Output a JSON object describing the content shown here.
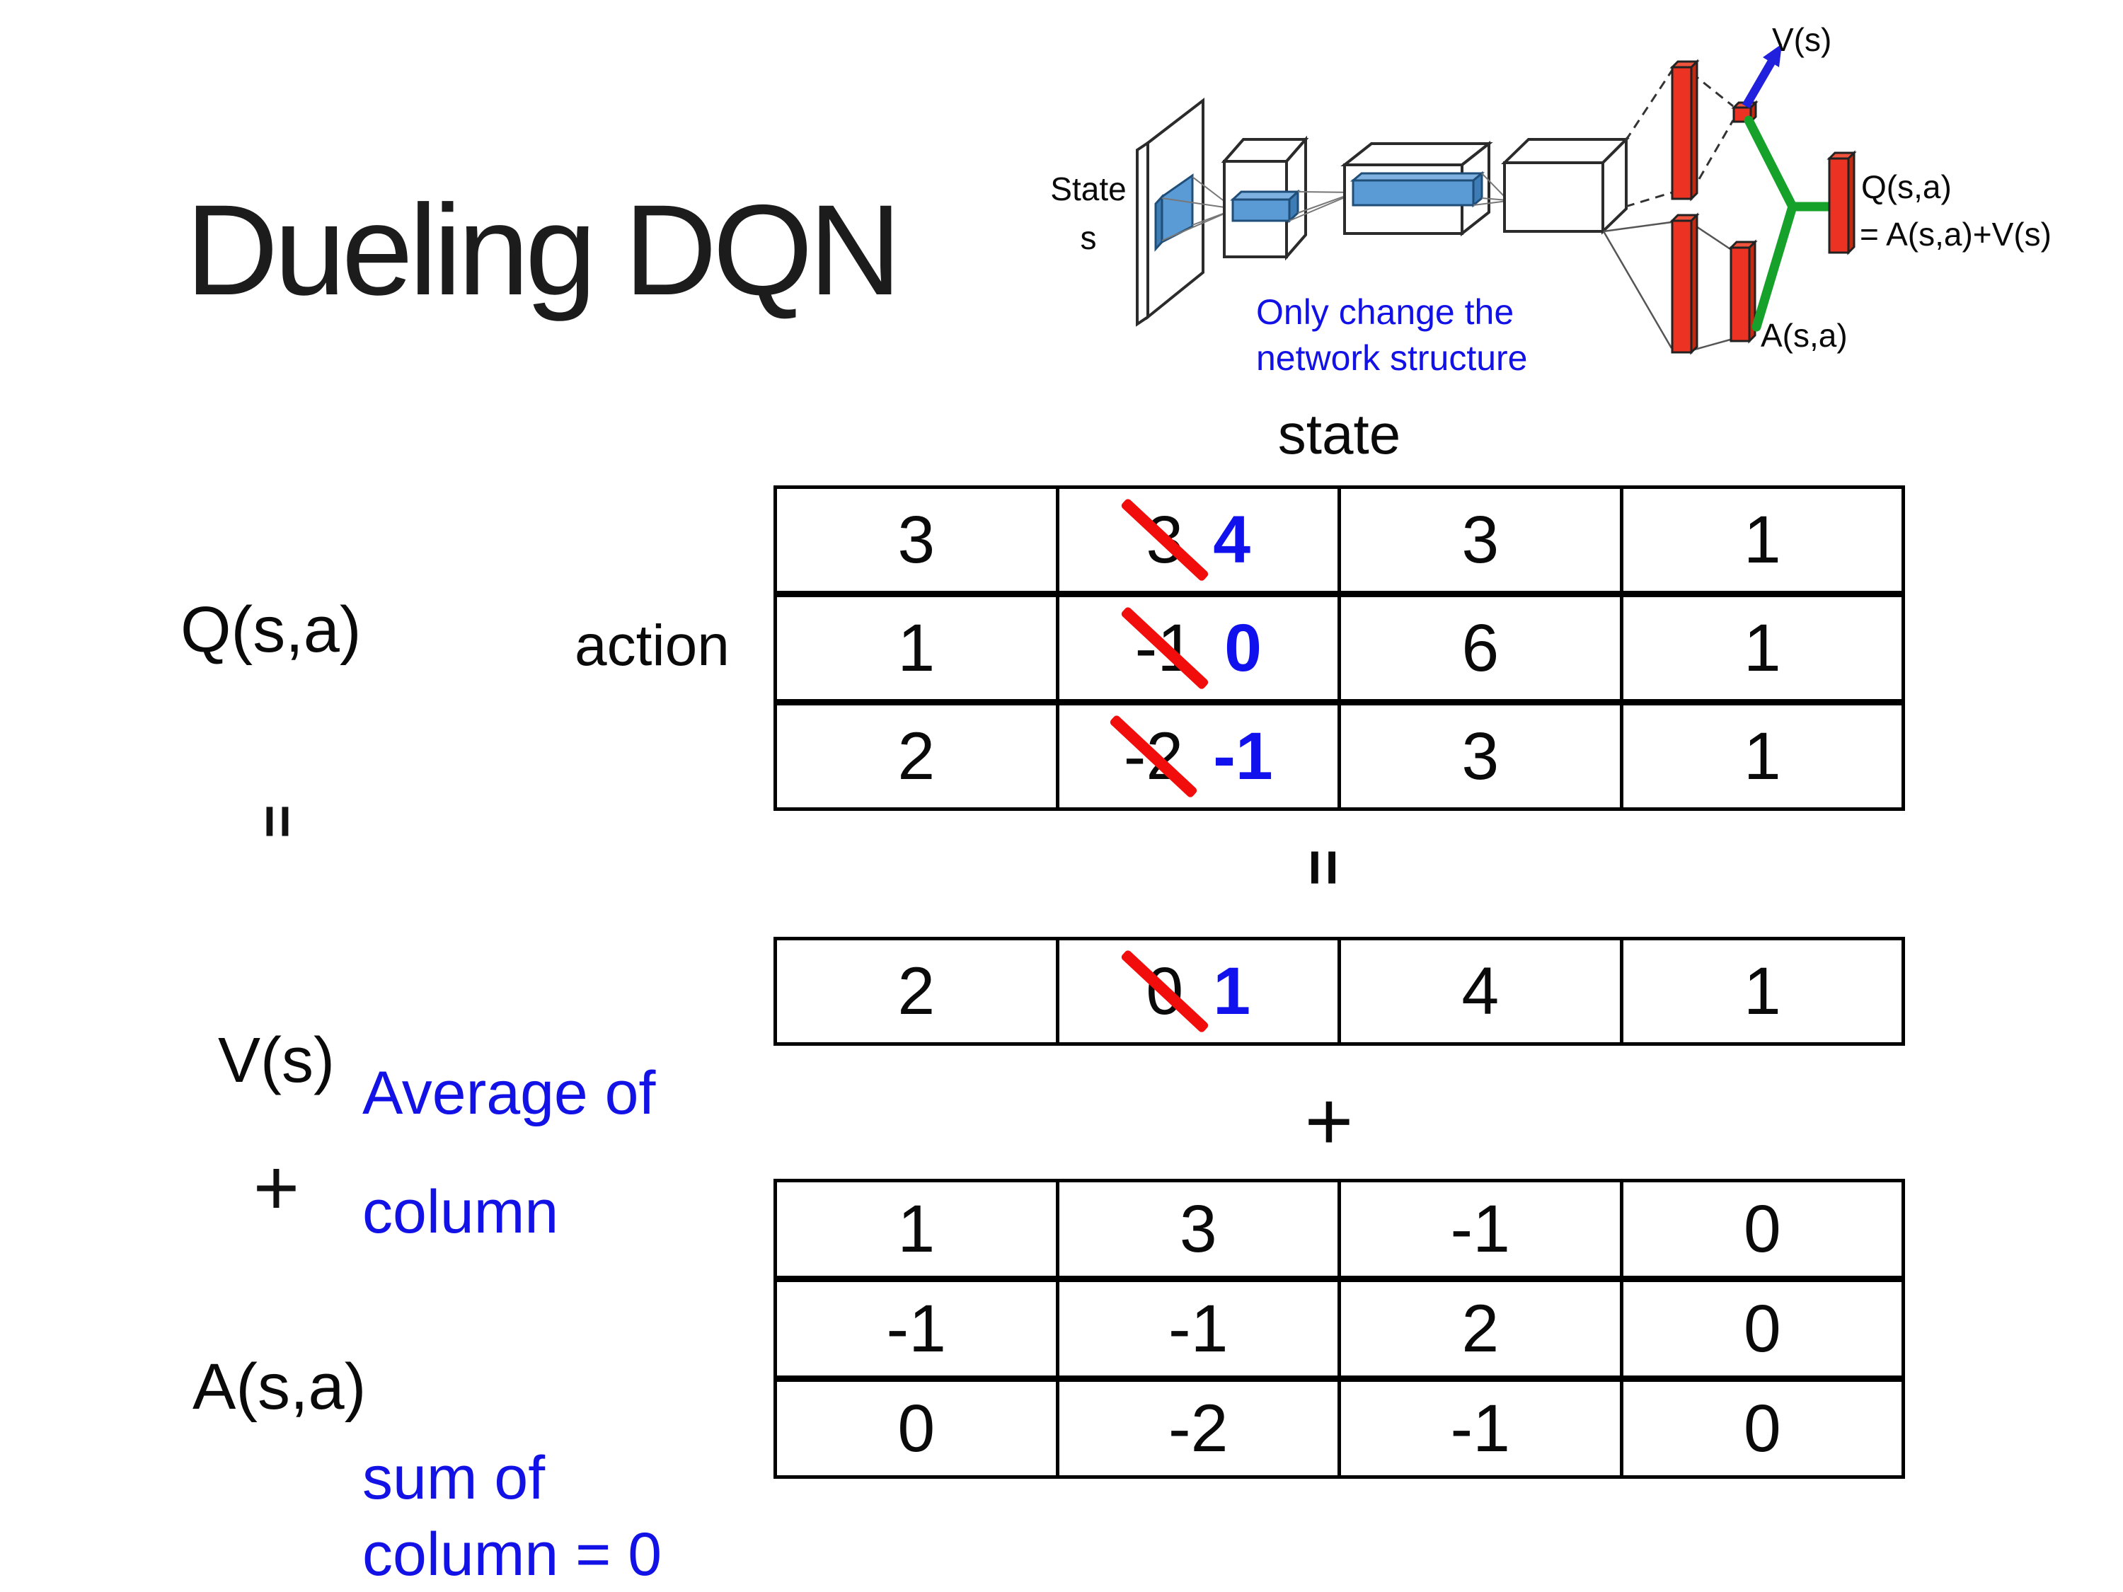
{
  "title": "Dueling DQN",
  "colors": {
    "accent_blue": "#1212e6",
    "strike_red": "#f20d0d",
    "bar_red": "#ec3323",
    "merge_green": "#16a12b",
    "arrow_blue": "#2020dd",
    "filter_blue": "#5b9bd5"
  },
  "diagram": {
    "state_line1": "State",
    "state_line2": "s",
    "v_out_label": "V(s)",
    "q_out_label_line1": "Q(s,a)",
    "q_out_label_line2": "= A(s,a)+V(s)",
    "a_out_label": "A(s,a)",
    "note_line1": "Only change the",
    "note_line2": "network structure"
  },
  "equation": {
    "q_label": "Q(s,a)",
    "equals": "=",
    "v_label": "V(s)",
    "plus": "+",
    "a_label": "A(s,a)",
    "v_note_line1": "Average of",
    "v_note_line2": "column",
    "a_note_line1": "sum of",
    "a_note_line2": "column = 0"
  },
  "grid": {
    "state_header": "state",
    "action_label": "action",
    "connector_equals": "=",
    "connector_plus": "+",
    "q_table": {
      "rows": [
        [
          {
            "v": "3"
          },
          {
            "old": "3",
            "new": "4"
          },
          {
            "v": "3"
          },
          {
            "v": "1"
          }
        ],
        [
          {
            "v": "1"
          },
          {
            "old": "-1",
            "new": "0"
          },
          {
            "v": "6"
          },
          {
            "v": "1"
          }
        ],
        [
          {
            "v": "2"
          },
          {
            "old": "-2",
            "new": "-1"
          },
          {
            "v": "3"
          },
          {
            "v": "1"
          }
        ]
      ]
    },
    "v_table": {
      "rows": [
        [
          {
            "v": "2"
          },
          {
            "old": "0",
            "new": "1"
          },
          {
            "v": "4"
          },
          {
            "v": "1"
          }
        ]
      ]
    },
    "a_table": {
      "rows": [
        [
          {
            "v": "1"
          },
          {
            "v": "3"
          },
          {
            "v": "-1"
          },
          {
            "v": "0"
          }
        ],
        [
          {
            "v": "-1"
          },
          {
            "v": "-1"
          },
          {
            "v": "2"
          },
          {
            "v": "0"
          }
        ],
        [
          {
            "v": "0"
          },
          {
            "v": "-2"
          },
          {
            "v": "-1"
          },
          {
            "v": "0"
          }
        ]
      ]
    }
  }
}
